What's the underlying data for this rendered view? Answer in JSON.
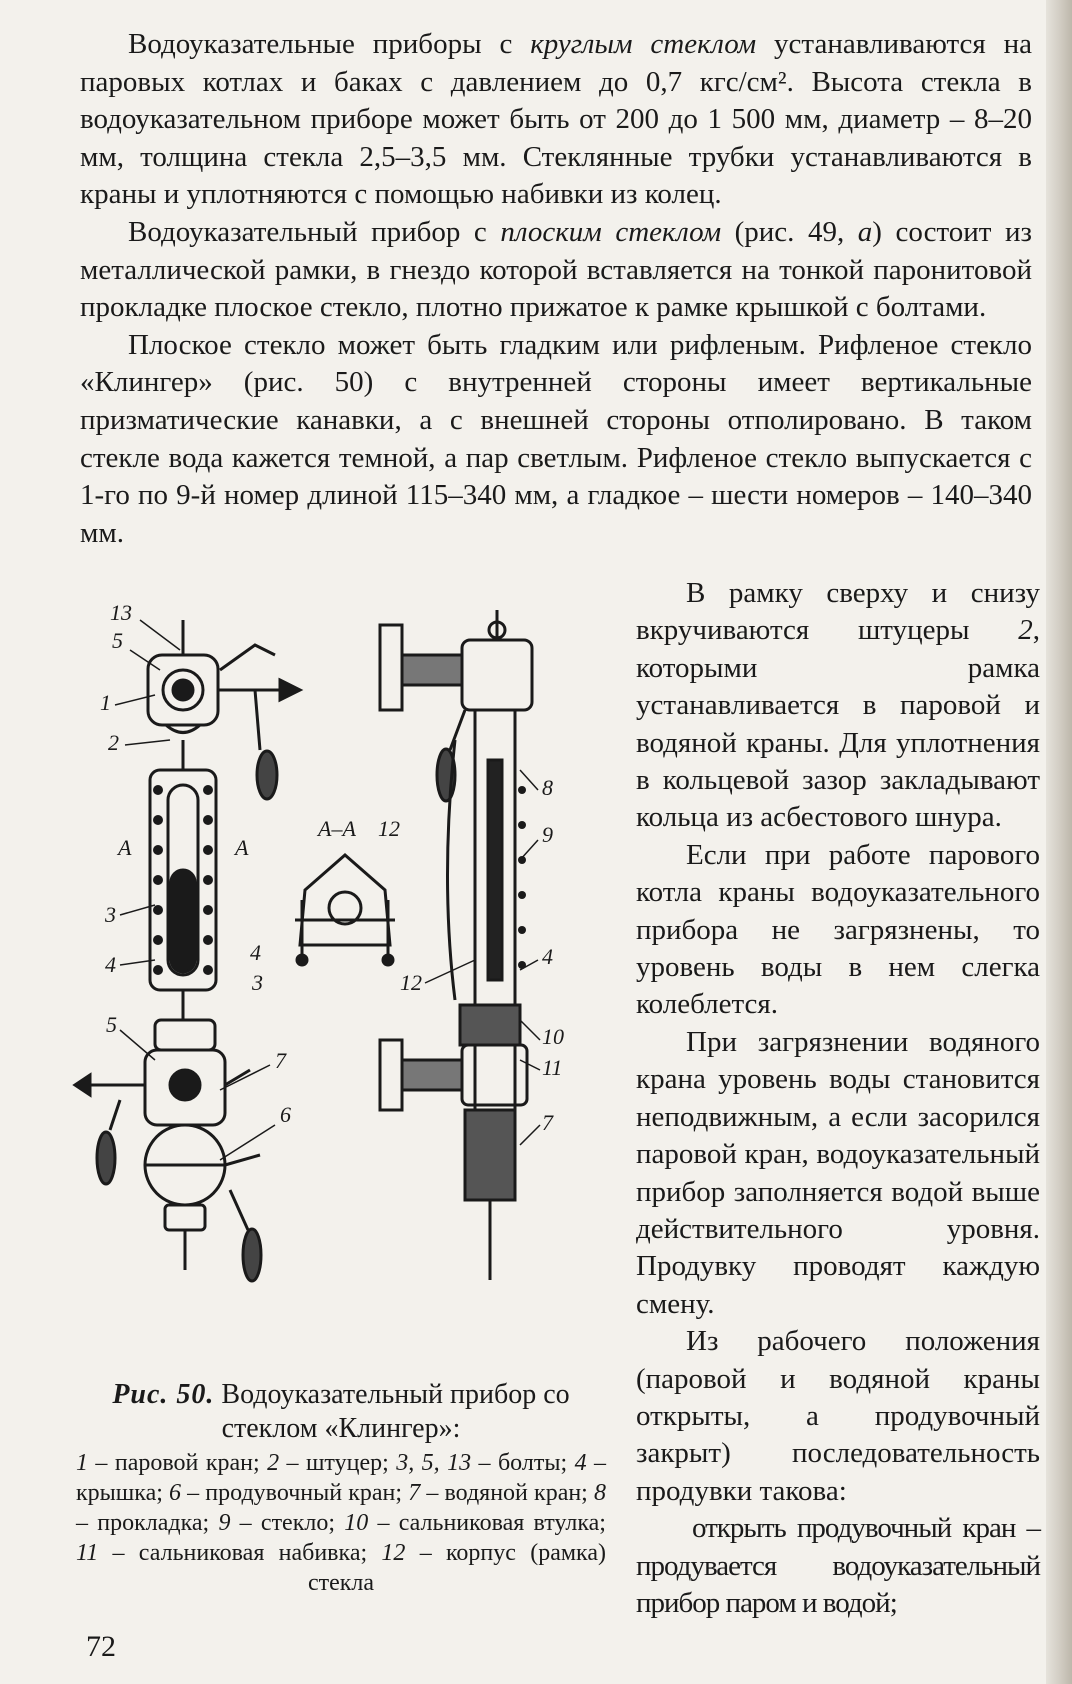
{
  "paragraphs_top": [
    {
      "before": "Водоуказательные приборы с ",
      "em": "круглым стеклом",
      "after": " устанавливаются на паровых котлах и баках с давлением до 0,7 кгс/см². Высота стекла в водоуказательном приборе может быть от 200 до 1 500 мм, диаметр – 8–20 мм, толщина стекла 2,5–3,5 мм. Стеклянные трубки устанавливаются в краны и уплотняются с помощью набивки из колец."
    },
    {
      "before": "Водоуказательный прибор с ",
      "em": "плоским стеклом",
      "mid": " (рис. 49, ",
      "em2": "а",
      "after": ") состоит из металлической рамки, в гнездо которой вставляется на тонкой паронитовой прокладке плоское стекло, плотно прижатое к рамке крышкой с болтами."
    },
    {
      "text": "Плоское стекло может быть гладким или рифленым. Рифленое стекло «Клингер» (рис. 50) с внутренней стороны имеет вертикальные призматические канавки, а с внешней стороны отполировано. В таком стекле вода кажется темной, а пар светлым. Рифленое стекло выпускается с 1-го по 9-й номер длиной 115–340 мм, а гладкое – шести номеров – 140–340 мм."
    }
  ],
  "paragraphs_right": [
    {
      "before": "В рамку сверху и снизу вкручиваются штуцеры ",
      "em": "2",
      "after": ", которыми рамка устанавливается в паровой и водяной краны. Для уплотнения в кольцевой зазор закладывают кольца из асбестового шнура."
    },
    {
      "text": "Если при работе парового котла краны водоуказательного прибора не загрязнены, то уровень воды в нем слегка колеблется."
    },
    {
      "text": "При загрязнении водяного крана уровень воды становится неподвижным, а если засорился паровой кран, водоуказательный прибор заполняется водой выше действительного уровня. Продувку проводят каждую смену."
    },
    {
      "text": "Из рабочего положения (паровой и водяной краны открыты, а продувочный закрыт) последовательность продувки такова:"
    },
    {
      "text": "открыть продувочный кран – продувается водоуказательный прибор паром и водой;"
    }
  ],
  "figure": {
    "labels": {
      "l13": "13",
      "l5a": "5",
      "l1": "1",
      "l2": "2",
      "lA1": "А",
      "lA2": "А",
      "l3": "3",
      "l4": "4",
      "l5b": "5",
      "l7a": "7",
      "l6": "6",
      "section": "А–А",
      "s12": "12",
      "s4": "4",
      "s3": "3",
      "r8": "8",
      "r9": "9",
      "r4": "4",
      "r12": "12",
      "r10": "10",
      "r11": "11",
      "r7": "7"
    }
  },
  "caption": {
    "fig_label": "Рис. 50.",
    "title": "Водоуказательный прибор со стеклом «Клингер»:",
    "legend": [
      {
        "n": "1",
        "t": " – паровой кран; "
      },
      {
        "n": "2",
        "t": " – штуцер; "
      },
      {
        "n": "3, 5, 13",
        "t": " – болты; "
      },
      {
        "n": "4",
        "t": " – крышка; "
      },
      {
        "n": "6",
        "t": " – продувочный кран; "
      },
      {
        "n": "7",
        "t": " – водяной кран; "
      },
      {
        "n": "8",
        "t": " – прокладка; "
      },
      {
        "n": "9",
        "t": " – стекло; "
      },
      {
        "n": "10",
        "t": " – сальниковая втулка; "
      },
      {
        "n": "11",
        "t": " – сальниковая набивка; "
      },
      {
        "n": "12",
        "t": " – корпус (рамка) стекла"
      }
    ]
  },
  "page_number": "72"
}
